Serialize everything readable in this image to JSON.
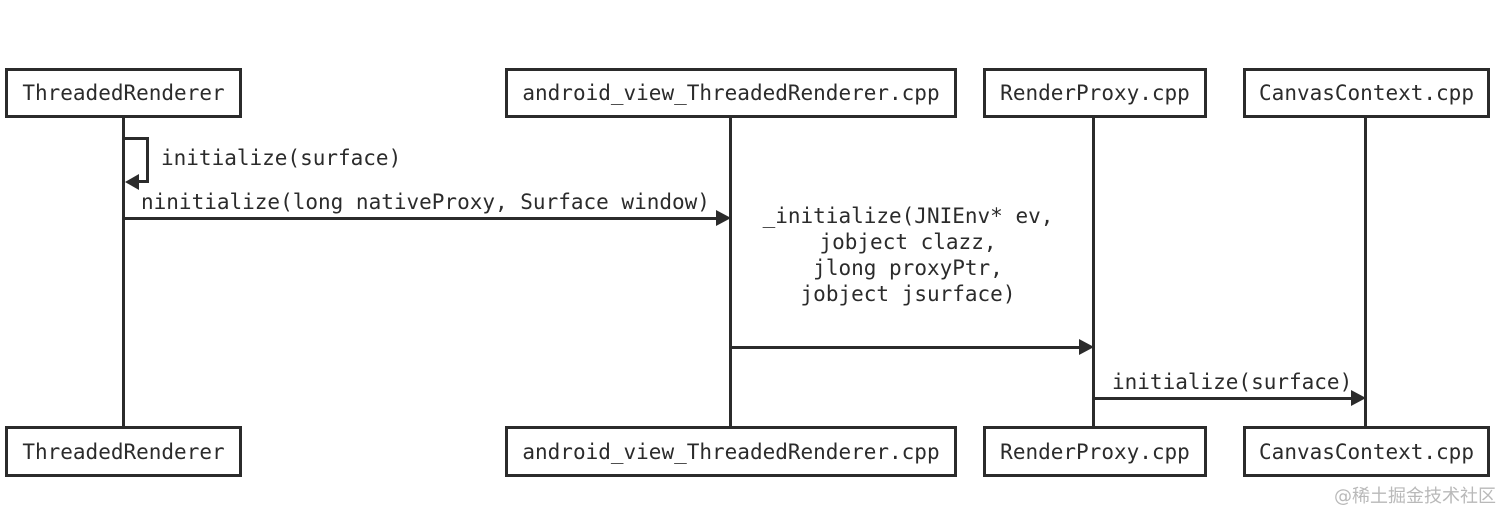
{
  "participants": [
    {
      "label": "ThreadedRenderer"
    },
    {
      "label": "android_view_ThreadedRenderer.cpp"
    },
    {
      "label": "RenderProxy.cpp"
    },
    {
      "label": "CanvasContext.cpp"
    }
  ],
  "messages": {
    "self_call": {
      "label": "initialize(surface)"
    },
    "ninitialize": {
      "label": "ninitialize(long nativeProxy, Surface window)"
    },
    "jni_initialize": {
      "lines": [
        "_initialize(JNIEnv* ev,",
        "jobject clazz,",
        "jlong proxyPtr,",
        "jobject jsurface)"
      ]
    },
    "proxy_initialize": {
      "label": "initialize(surface)"
    }
  },
  "watermark": "@稀土掘金技术社区",
  "colors": {
    "stroke": "#2b2b2b",
    "background": "#ffffff",
    "watermark": "#b9b9b9"
  }
}
